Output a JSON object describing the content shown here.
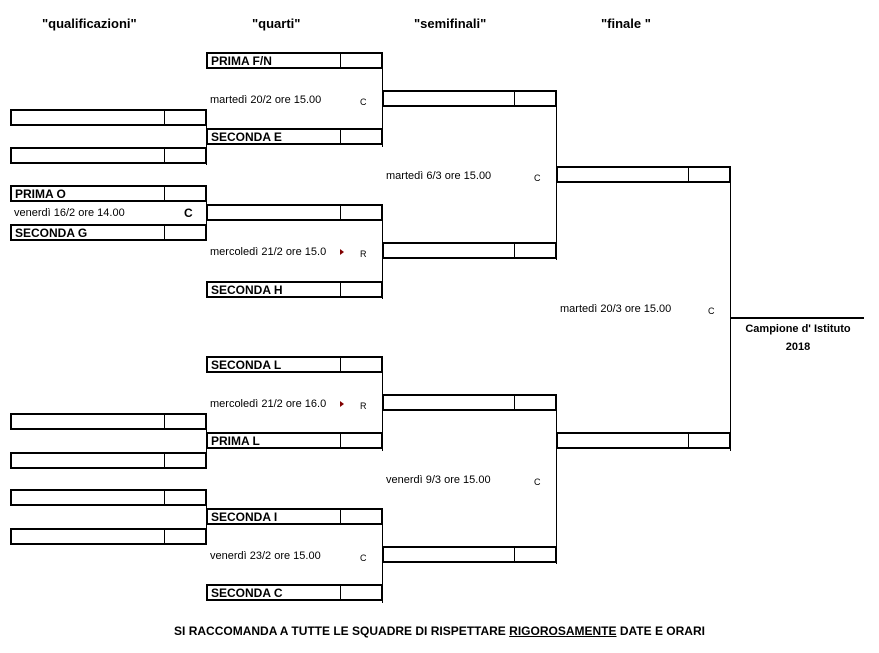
{
  "headers": {
    "qualificazioni": "\"qualificazioni\"",
    "quarti": "\"quarti\"",
    "semifinali": "\"semifinali\"",
    "finale": "\"finale \""
  },
  "qualificazioni": {
    "slots": [
      "",
      "",
      "PRIMA O",
      "SECONDA G",
      "",
      "",
      "",
      ""
    ],
    "match": {
      "info": "venerdì 16/2 ore 14.00",
      "code": "C"
    }
  },
  "quarti": {
    "slots": [
      "PRIMA  F/N",
      "SECONDA E",
      "",
      "SECONDA H",
      "SECONDA L",
      "PRIMA L",
      "SECONDA I",
      "SECONDA C"
    ],
    "matches": [
      {
        "info": "martedì 20/2 ore 15.00",
        "code": "C"
      },
      {
        "info": "mercoledì 21/2 ore 15.0",
        "code": "R"
      },
      {
        "info": "mercoledì 21/2 ore 16.0",
        "code": "R"
      },
      {
        "info": "venerdì 23/2 ore 15.00",
        "code": "C"
      }
    ]
  },
  "semifinali": {
    "matches": [
      {
        "info": "martedì 6/3 ore 15.00",
        "code": "C"
      },
      {
        "info": "venerdì 9/3 ore 15.00",
        "code": "C"
      }
    ]
  },
  "finale": {
    "match": {
      "info": "martedì 20/3 ore 15.00",
      "code": "C"
    }
  },
  "champion": {
    "line1": "Campione d' Istituto",
    "line2": "2018"
  },
  "footer": {
    "before": "SI RACCOMANDA A TUTTE LE SQUADRE DI RISPETTARE ",
    "emphasis": "RIGOROSAMENTE",
    "after": " DATE E ORARI"
  }
}
